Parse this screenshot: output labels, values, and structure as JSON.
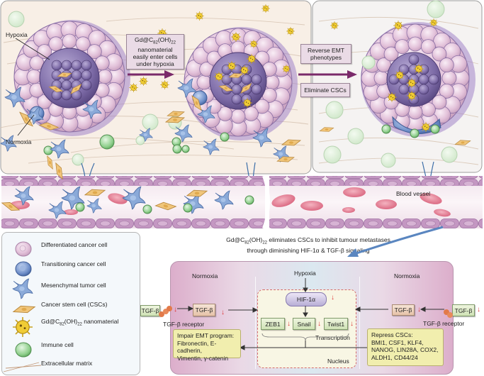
{
  "top_panel": {
    "labels": {
      "hypoxia": "Hypoxia",
      "normoxia": "Normoxia"
    },
    "step1_box": {
      "line1_prefix": "Gd@C",
      "line1_sub1": "82",
      "line1_mid": "(OH)",
      "line1_sub2": "22",
      "line2": "nanomaterial",
      "line3": "easily enter cells",
      "line4": "under hypoxia"
    },
    "step2_box": {
      "line1": "Reverse EMT",
      "line2": "phenotypes"
    },
    "step3_box": {
      "line1": "Eliminate CSCs"
    }
  },
  "blood_vessel": {
    "label": "Blood vessel"
  },
  "legend": {
    "items": [
      {
        "icon": "differentiated-cancer-cell-icon",
        "label": "Differentiated cancer cell"
      },
      {
        "icon": "transitioning-cancer-cell-icon",
        "label": "Transitioning cancer cell"
      },
      {
        "icon": "mesenchymal-tumor-cell-icon",
        "label": "Mesenchymal tumor cell"
      },
      {
        "icon": "cancer-stem-cell-icon",
        "label": "Cancer stem cell (CSCs)"
      },
      {
        "icon": "nanomaterial-icon",
        "label_prefix": "Gd@C",
        "label_sub1": "82",
        "label_mid": "(OH)",
        "label_sub2": "22",
        "label_suffix": " nanomaterial"
      },
      {
        "icon": "immune-cell-icon",
        "label": "Immune cell"
      },
      {
        "icon": "extracellular-matrix-icon",
        "label": "Extracellular matrix"
      }
    ]
  },
  "summary": {
    "line1_prefix": "Gd@C",
    "line1_sub1": "82",
    "line1_mid": "(OH)",
    "line1_sub2": "22",
    "line1_suffix": " eliminates CSCs  to inhibit tumour metastases",
    "line2": "through diminishing HIF-1α & TGF-β signaling"
  },
  "mechanism": {
    "normoxia_left": "Normoxia",
    "normoxia_right": "Normoxia",
    "hypoxia": "Hypoxia",
    "hif": "HIF-1α",
    "tf": [
      "ZEB1",
      "Snail",
      "Twist1"
    ],
    "transcription": "Transcription",
    "nucleus": "Nucleus",
    "tgf_outer_left": "TGF-β",
    "tgf_inner_left": "TGF-β",
    "tgf_inner_right": "TGF-β",
    "tgf_outer_right": "TGF-β",
    "receptor_left": "TGF-β receptor",
    "receptor_right": "TGF-β receptor",
    "emt_box": [
      "Impair EMT program:",
      "Fibronectin, E-cadherin,",
      "Vimentin, γ-catenin"
    ],
    "csc_box": [
      "Repress CSCs:",
      "BMI1, CSF1, KLF4,",
      "NANOG, LIN28A, COX2,",
      "ALDH1, CD44/24"
    ],
    "down_arrow": "↓"
  },
  "colors": {
    "background_top": "#f8efe6",
    "background_right_panel": "#f4f2f1",
    "step_arrow": "#7a2a6a",
    "cell_pink": "#e2bfd8",
    "cell_purple": "#8a76b0",
    "transition_blue": "#6e8cc4",
    "mesenchymal_blue": "#7a9ed0",
    "csc_orange": "#e8b766",
    "nano_yellow": "#e9c530",
    "immune_green": "#8cc98a",
    "rbc_red": "#e27a90",
    "down_arrow_red": "#d33333"
  }
}
